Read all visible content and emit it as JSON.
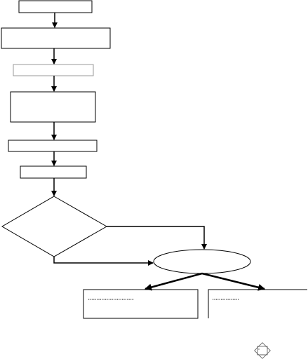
{
  "diagram": {
    "nodes": [
      {
        "id": "step-1",
        "shape": "rectangle",
        "text": ""
      },
      {
        "id": "step-2",
        "shape": "rectangle",
        "text": ""
      },
      {
        "id": "step-3",
        "shape": "rectangle",
        "text": ""
      },
      {
        "id": "step-4",
        "shape": "rectangle",
        "text": ""
      },
      {
        "id": "step-5",
        "shape": "rectangle",
        "text": ""
      },
      {
        "id": "step-6",
        "shape": "rectangle",
        "text": ""
      },
      {
        "id": "decision",
        "shape": "diamond",
        "text": ""
      },
      {
        "id": "merge",
        "shape": "ellipse",
        "text": ""
      },
      {
        "id": "result-left",
        "shape": "rectangle",
        "text": ""
      },
      {
        "id": "result-right",
        "shape": "open-rectangle",
        "text": ""
      }
    ],
    "edges": [
      {
        "from": "step-1",
        "to": "step-2"
      },
      {
        "from": "step-2",
        "to": "step-3"
      },
      {
        "from": "step-3",
        "to": "step-4"
      },
      {
        "from": "step-4",
        "to": "step-5"
      },
      {
        "from": "step-5",
        "to": "step-6"
      },
      {
        "from": "step-6",
        "to": "decision"
      },
      {
        "from": "decision",
        "to": "merge"
      },
      {
        "from": "decision",
        "to": "merge"
      },
      {
        "from": "merge",
        "to": "result-left"
      },
      {
        "from": "merge",
        "to": "result-right"
      }
    ],
    "colors": {
      "line": "#000000",
      "light_border": "#9a9a9a",
      "background": "#ffffff"
    }
  },
  "watermark": {
    "icon": "logo-icon"
  }
}
